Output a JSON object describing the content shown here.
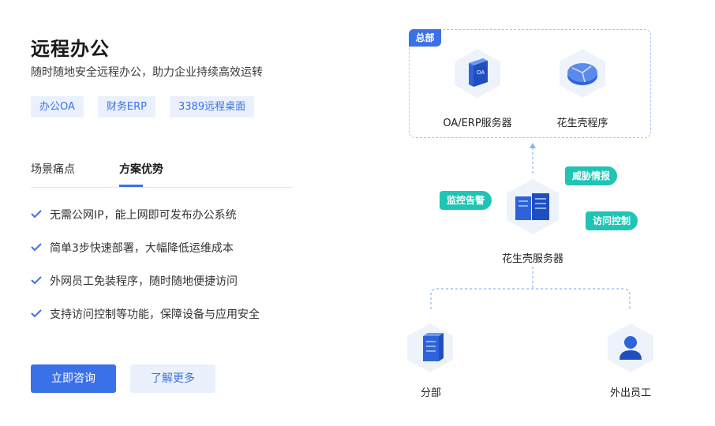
{
  "hero": {
    "title": "远程办公",
    "subtitle": "随时随地安全远程办公，助力企业持续高效运转"
  },
  "tags": [
    "办公OA",
    "财务ERP",
    "3389远程桌面"
  ],
  "tabs": [
    {
      "label": "场景痛点",
      "active": false
    },
    {
      "label": "方案优势",
      "active": true
    }
  ],
  "features": [
    "无需公网IP，能上网即可发布办公系统",
    "简单3步快速部署，大幅降低运维成本",
    "外网员工免装程序，随时随地便捷访问",
    "支持访问控制等功能，保障设备与应用安全"
  ],
  "buttons": {
    "primary": "立即咨询",
    "secondary": "了解更多"
  },
  "diagram": {
    "hq_label": "总部",
    "oa_server": "OA/ERP服务器",
    "oa_icon_text": "OA",
    "hsk_client": "花生壳程序",
    "hsk_server": "花生壳服务器",
    "pill_threat": "威胁情报",
    "pill_monitor": "监控告警",
    "pill_access": "访问控制",
    "branch": "分部",
    "remote_staff": "外出员工"
  },
  "colors": {
    "accent": "#3b71e8",
    "accent_light": "#eaf1fd",
    "teal": "#1fc4b4"
  }
}
